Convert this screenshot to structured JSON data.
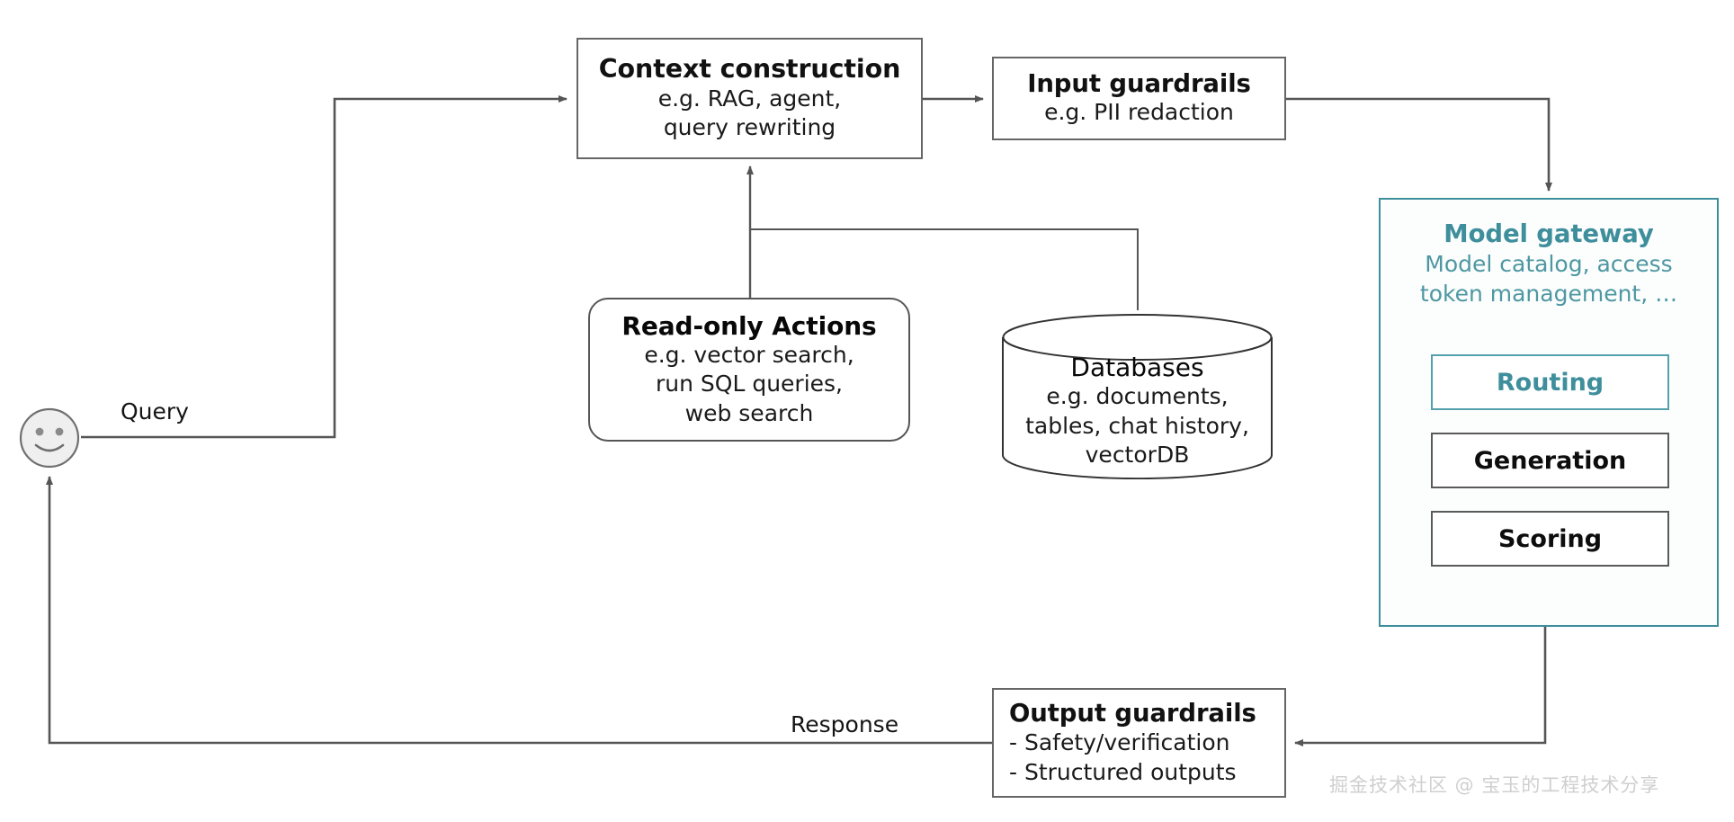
{
  "diagram": {
    "title_hidden": "",
    "colors": {
      "line": "#555555",
      "box_border": "#666666",
      "teal_accent": "#3e8e9c",
      "teal_light": "#54a0ac",
      "teal_sub": "#4f97a2",
      "avatar_fill": "#efefef",
      "watermark": "#cfcfcf"
    },
    "nodes": {
      "context_construction": {
        "title": "Context construction",
        "sub_line1": "e.g. RAG, agent,",
        "sub_line2": "query rewriting"
      },
      "input_guardrails": {
        "title": "Input guardrails",
        "sub_line1": "e.g. PII redaction"
      },
      "read_only_actions": {
        "title": "Read-only Actions",
        "sub_line1": "e.g. vector search,",
        "sub_line2": "run SQL queries,",
        "sub_line3": "web search"
      },
      "databases": {
        "title": "Databases",
        "sub_line1": "e.g. documents,",
        "sub_line2": "tables, chat history,",
        "sub_line3": "vectorDB"
      },
      "model_gateway": {
        "title": "Model gateway",
        "sub_line1": "Model catalog, access",
        "sub_line2": "token management, …",
        "items": [
          {
            "label": "Routing",
            "style": "teal"
          },
          {
            "label": "Generation",
            "style": "dark"
          },
          {
            "label": "Scoring",
            "style": "dark"
          }
        ]
      },
      "output_guardrails": {
        "title": "Output guardrails",
        "sub_line1": "- Safety/verification",
        "sub_line2": "- Structured outputs"
      }
    },
    "edge_labels": {
      "query": "Query",
      "response": "Response"
    },
    "icons": {
      "user": "smiley-face-icon"
    },
    "watermark": "掘金技术社区 @ 宝玉的工程技术分享"
  }
}
